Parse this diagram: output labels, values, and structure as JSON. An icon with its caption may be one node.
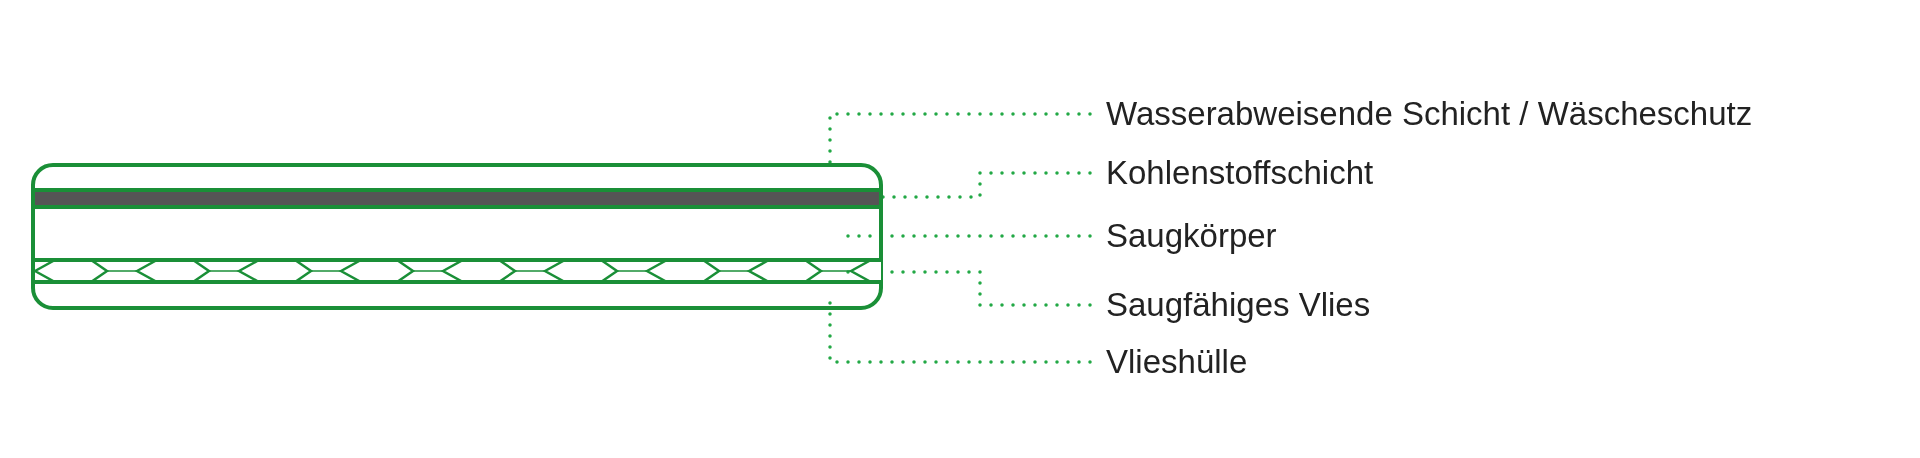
{
  "diagram": {
    "nodes": [
      {
        "text": [],
        "shape": "box"
      },
      {
        "text": [],
        "shape": "bar",
        "in": 0
      },
      {
        "text": [],
        "shape": "bar",
        "in": 0
      },
      {
        "text": [
          "Wasserabweisende Schicht / Wäscheschutz"
        ]
      },
      {
        "text": [
          "Kohlenstoffschicht"
        ]
      },
      {
        "text": [
          "Saugkörper"
        ]
      },
      {
        "text": [
          "Saugfähiges Vlies"
        ]
      },
      {
        "text": [
          "Vlieshülle"
        ]
      }
    ],
    "edges": [
      {
        "from": 3,
        "to": 0,
        "arrow": "none"
      },
      {
        "from": 4,
        "to": 1,
        "arrow": "none"
      },
      {
        "from": 5,
        "to": 0,
        "arrow": "none"
      },
      {
        "from": 6,
        "to": 2,
        "arrow": "none"
      },
      {
        "from": 7,
        "to": 0,
        "arrow": "none"
      }
    ]
  }
}
